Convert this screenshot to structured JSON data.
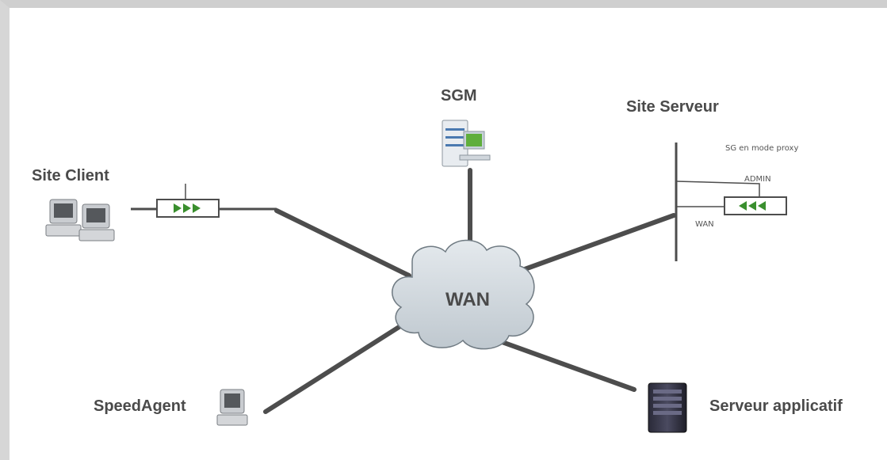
{
  "labels": {
    "site_client": "Site Client",
    "sgm": "SGM",
    "site_serveur": "Site Serveur",
    "sg_proxy": "SG en mode proxy",
    "admin": "ADMIN",
    "wan_small": "WAN",
    "wan_cloud": "WAN",
    "speedagent": "SpeedAgent",
    "serveur_applicatif": "Serveur applicatif"
  },
  "icons": {
    "client": "desktop-computers-icon",
    "sgm": "server-monitor-icon",
    "speedagent": "desktop-computer-icon",
    "app_server": "tower-server-icon",
    "accelerator_out": "triple-arrow-right-icon",
    "accelerator_in": "triple-arrow-left-icon"
  },
  "colors": {
    "link": "#4d4d4d",
    "cloud_fill": "#cfd6dc",
    "arrow_green": "#3a8f2e",
    "label": "#4a4a4a"
  }
}
